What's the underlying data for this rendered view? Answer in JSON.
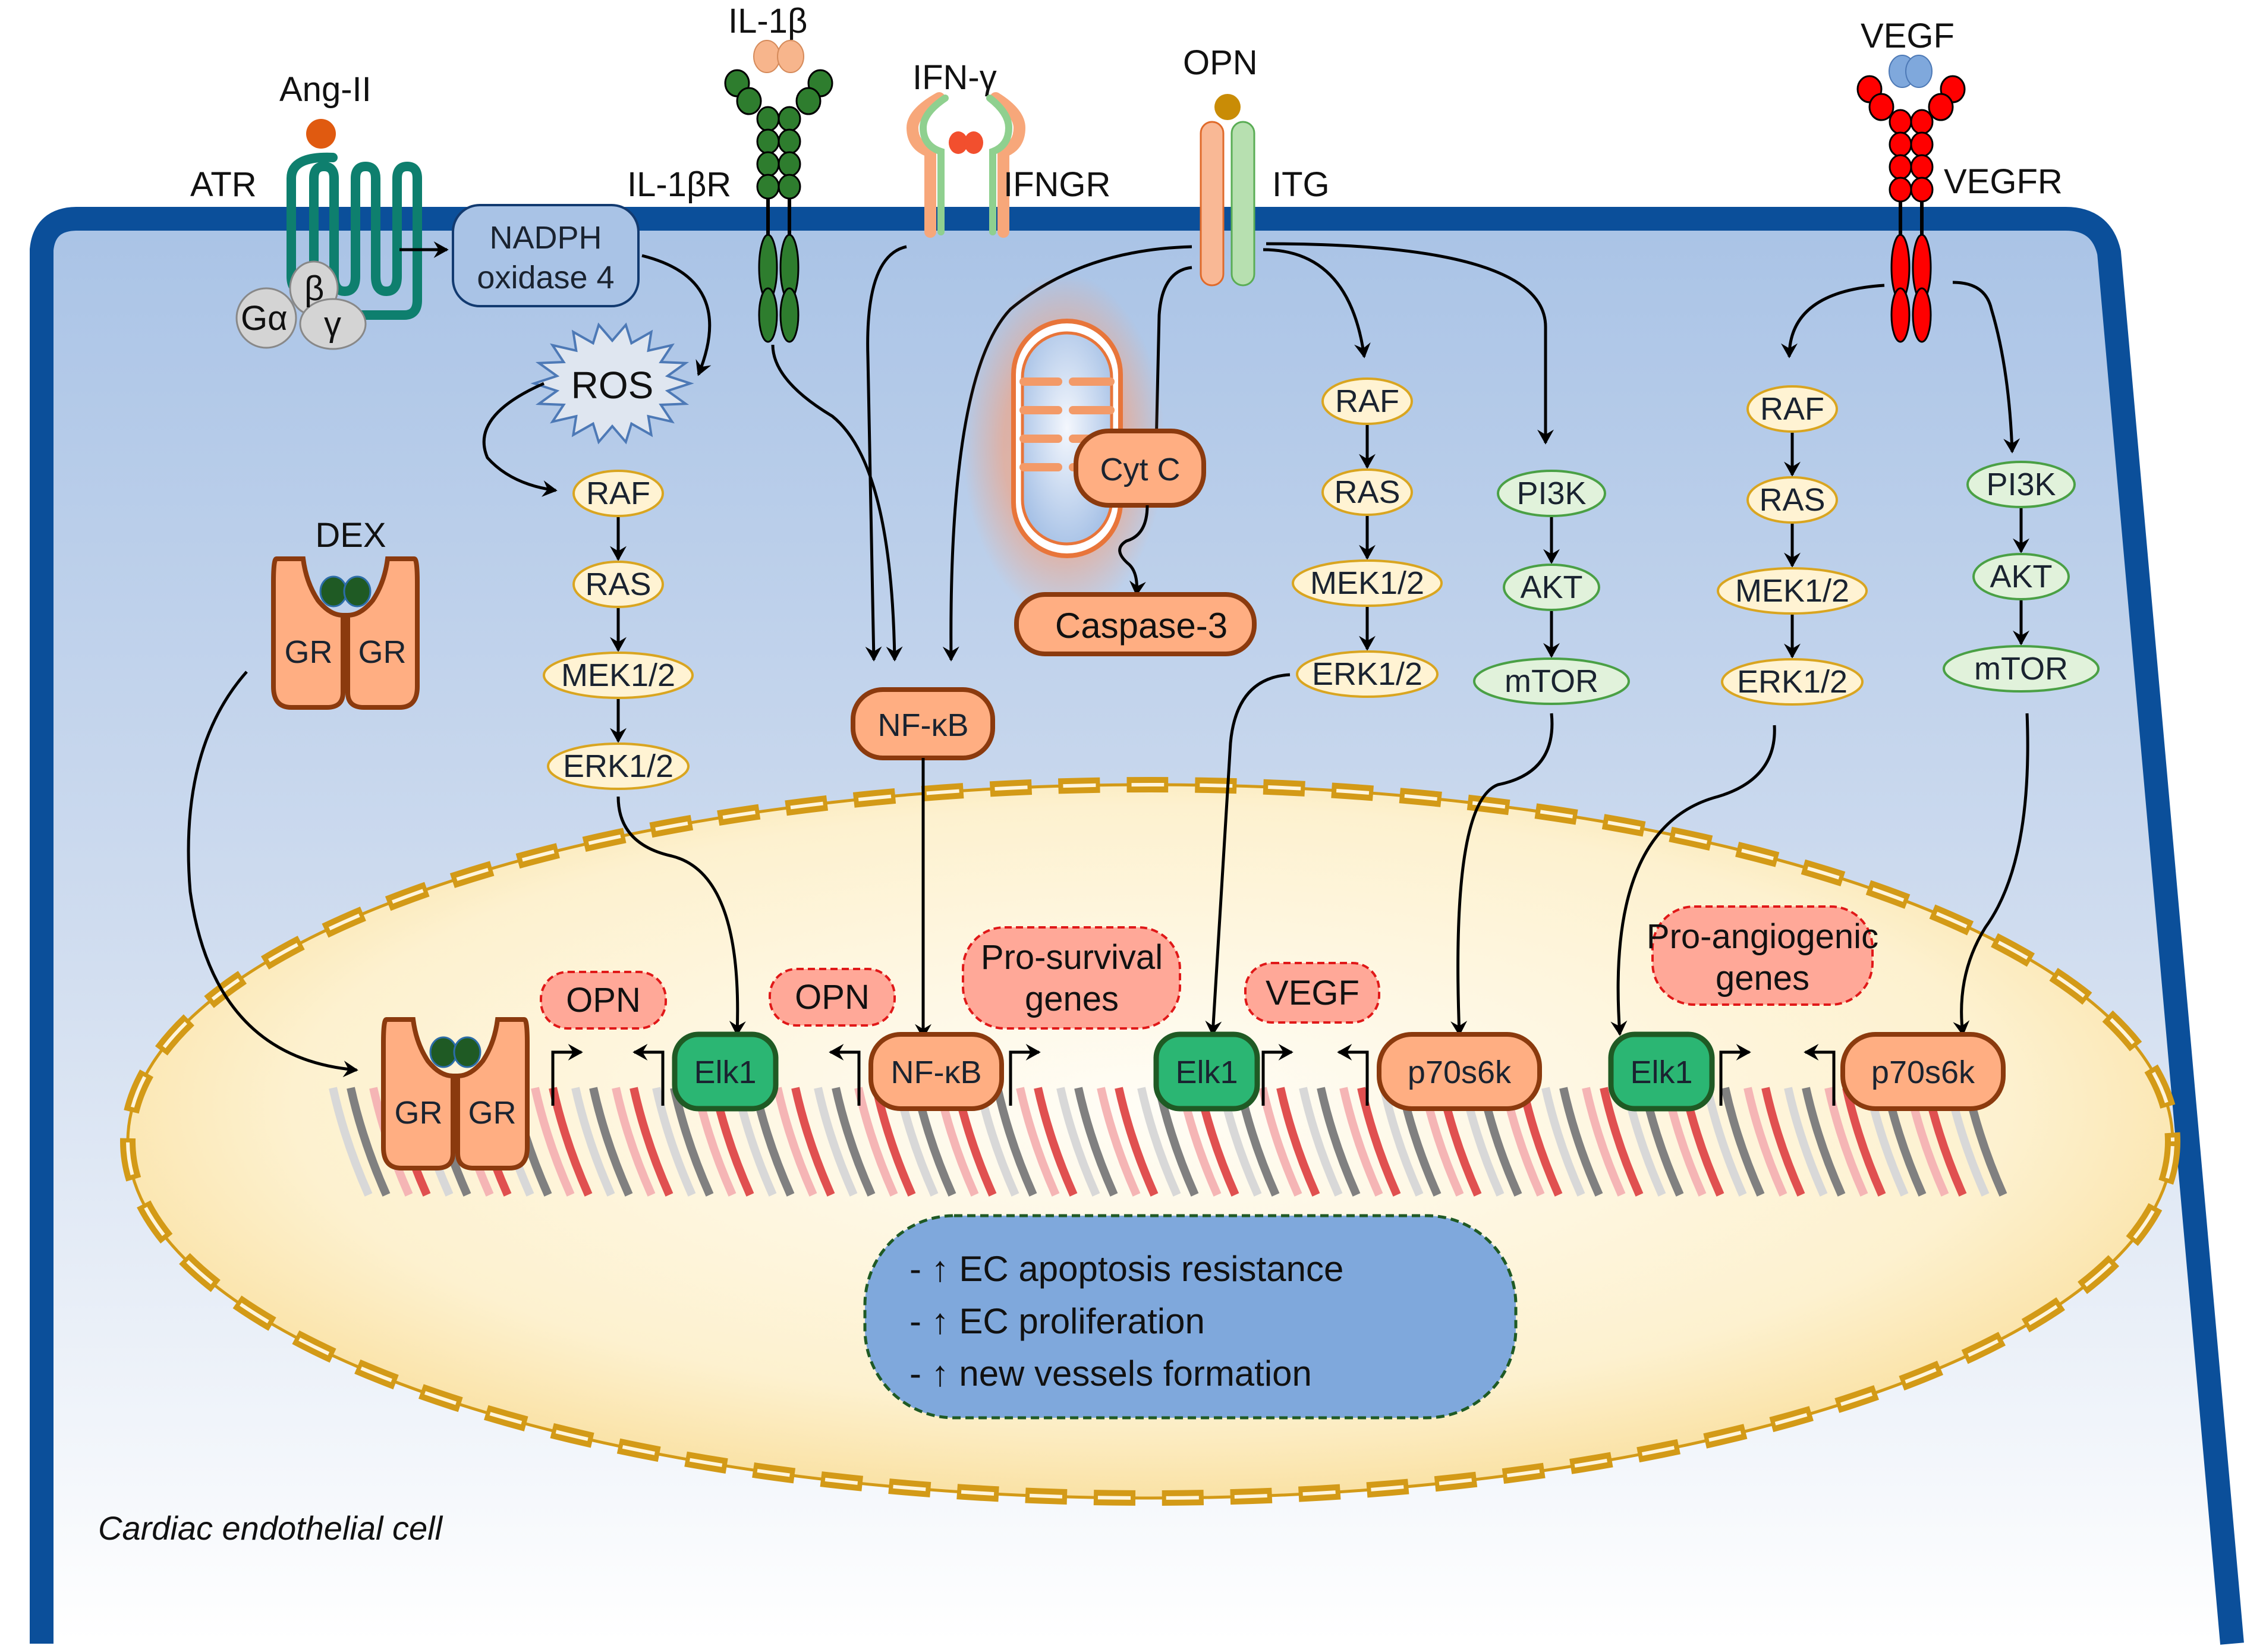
{
  "figure": {
    "caption": "Cardiac endothelial cell"
  },
  "ligands": {
    "ang2": "Ang-II",
    "il1b": "IL-1β",
    "ifng": "IFN-γ",
    "opn": "OPN",
    "vegf": "VEGF",
    "dex": "DEX"
  },
  "receptors": {
    "atr": "ATR",
    "il1br": "IL-1βR",
    "ifngr": "IFNGR",
    "itg": "ITG",
    "vegfr": "VEGFR",
    "gr": "GR"
  },
  "g_protein": {
    "alpha": "Gα",
    "beta": "β",
    "gamma": "γ"
  },
  "cytoplasm": {
    "nadph_line1": "NADPH",
    "nadph_line2": "oxidase 4",
    "ros": "ROS",
    "cytc": "Cyt C",
    "caspase": "Caspase-3",
    "nfkb": "NF-κB",
    "mapk_chain": [
      "RAF",
      "RAS",
      "MEK1/2",
      "ERK1/2"
    ],
    "pi3k_chain": [
      "PI3K",
      "AKT",
      "mTOR"
    ]
  },
  "nucleus": {
    "transcription_factors": {
      "gr": "GR",
      "elk1": "Elk1",
      "nfkb": "NF-κB",
      "p70s6k": "p70s6k"
    },
    "genes": {
      "opn": "OPN",
      "pro_survival_1": "Pro-survival",
      "pro_survival_2": "genes",
      "vegf": "VEGF",
      "pro_angio_1": "Pro-angiogenic",
      "pro_angio_2": "genes"
    },
    "outcomes": [
      "- ↑ EC apoptosis resistance",
      "- ↑ EC proliferation",
      "- ↑ new vessels formation"
    ]
  },
  "colors": {
    "membrane": "#0b4f9a",
    "cytoplasm_top": "#a9c3e6",
    "cytoplasm_bottom": "#e6eef8",
    "nucleus_fill": "#fdf0c8",
    "nuclear_envelope": "#d39a17",
    "elk1": "#2bb673",
    "orange_tf": "#ffae82",
    "gene_box": "#ffa898",
    "outcome_box": "#7fa8dc",
    "ros_text": "#ff2020",
    "il1br": "#2e7d2e",
    "vegfr": "#ff0000",
    "atr": "#0e7f6e"
  }
}
